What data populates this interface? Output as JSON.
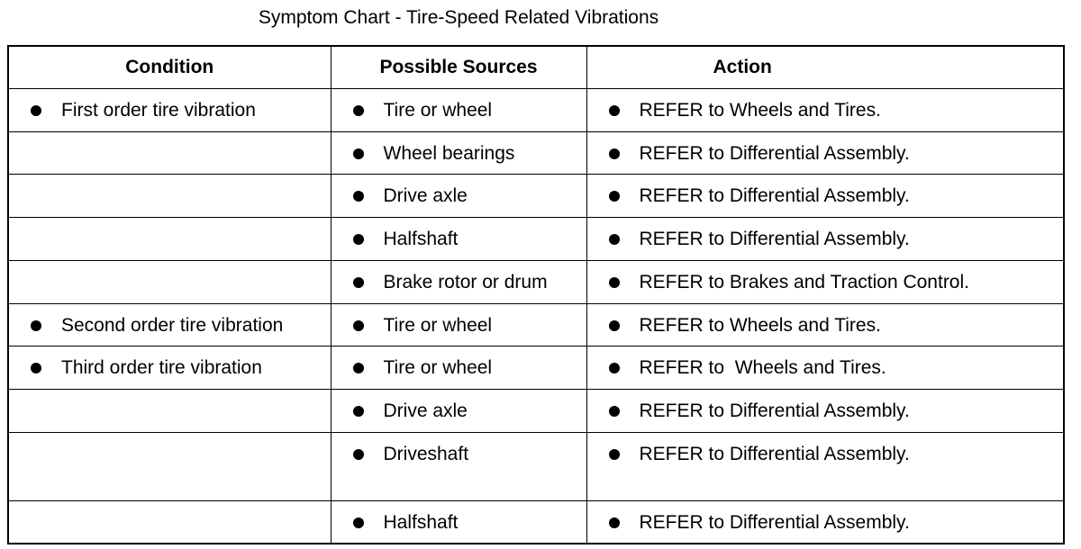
{
  "title": "Symptom Chart - Tire-Speed Related Vibrations",
  "table": {
    "headers": {
      "condition": "Condition",
      "sources": "Possible Sources",
      "action": "Action"
    },
    "rows": [
      {
        "condition": "First order tire vibration",
        "source": "Tire or wheel",
        "action": "REFER to Wheels and Tires."
      },
      {
        "condition": "",
        "source": "Wheel bearings",
        "action": "REFER to Differential Assembly."
      },
      {
        "condition": "",
        "source": "Drive axle",
        "action": "REFER to Differential Assembly."
      },
      {
        "condition": "",
        "source": "Halfshaft",
        "action": "REFER to Differential Assembly."
      },
      {
        "condition": "",
        "source": "Brake rotor or drum",
        "action": "REFER to Brakes and Traction Control."
      },
      {
        "condition": "Second order tire vibration",
        "source": "Tire or wheel",
        "action": "REFER to Wheels and Tires."
      },
      {
        "condition": "Third order tire vibration",
        "source": "Tire or wheel",
        "action": "REFER to  Wheels and Tires."
      },
      {
        "condition": "",
        "source": "Drive axle",
        "action": "REFER to Differential Assembly."
      },
      {
        "condition": "",
        "source": "Driveshaft",
        "action": "REFER to Differential Assembly."
      },
      {
        "condition": "",
        "source": "Halfshaft",
        "action": "REFER to Differential Assembly."
      }
    ]
  }
}
